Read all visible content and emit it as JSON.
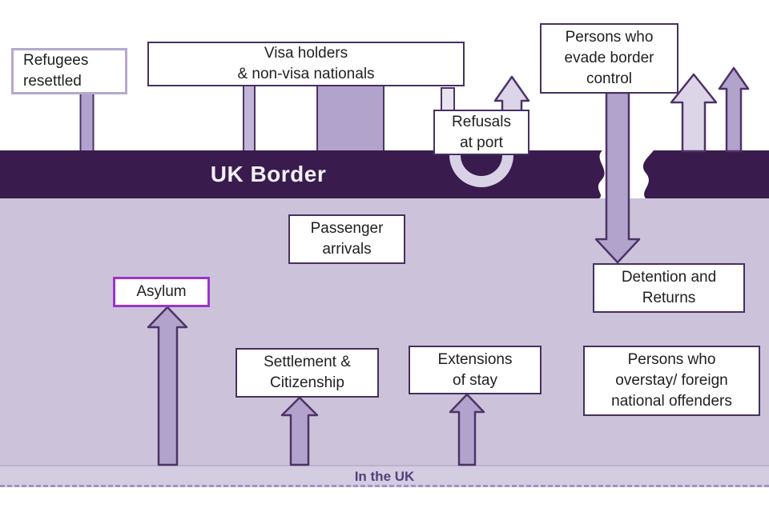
{
  "diagram": {
    "type": "flow-diagram",
    "subject": "UK border and immigration routes",
    "labels": {
      "uk_border": "UK Border",
      "in_the_uk": "In the UK"
    },
    "boxes": {
      "refugees": {
        "lines": [
          "Refugees",
          "resettled"
        ]
      },
      "visa": {
        "lines": [
          "Visa holders",
          "& non-visa nationals"
        ]
      },
      "evade": {
        "lines": [
          "Persons who",
          "evade border",
          "control"
        ]
      },
      "refusals": {
        "lines": [
          "Refusals",
          "at port"
        ]
      },
      "passenger": {
        "lines": [
          "Passenger",
          "arrivals"
        ]
      },
      "asylum": {
        "lines": [
          "Asylum"
        ]
      },
      "detention": {
        "lines": [
          "Detention and",
          "Returns"
        ]
      },
      "settlement": {
        "lines": [
          "Settlement &",
          "Citizenship"
        ]
      },
      "extensions": {
        "lines": [
          "Extensions",
          "of stay"
        ]
      },
      "overstay": {
        "lines": [
          "Persons who",
          "overstay/ foreign",
          "national offenders"
        ]
      }
    },
    "icons": [
      "bar-refugees",
      "bar-visa-thin",
      "bar-visa-wide",
      "connector-refusals",
      "refusal-u-turn-arch-icon",
      "arrow-up-refusals-icon",
      "arrow-up-light-right-icon",
      "arrow-up-medium-right-icon",
      "arrow-down-detention-icon",
      "arrow-up-asylum-icon",
      "arrow-up-settlement-icon",
      "arrow-up-extensions-icon"
    ],
    "colors": {
      "border_band": "#391b4d",
      "background_below_border": "#ccc3da",
      "in_uk_strip": "#d4cce1",
      "arrow_medium_purple": "#b2a3cd",
      "arrow_light_lavender": "#dcd5e8",
      "connector_very_light": "#e9e4f1",
      "arrow_outline": "#4e3366",
      "box_border_dark": "#453061",
      "box_border_light": "#b5a8cc",
      "asylum_box_border": "#9c35cb",
      "uk_border_text": "#f3eff8",
      "in_the_uk_text": "#54407a"
    }
  }
}
